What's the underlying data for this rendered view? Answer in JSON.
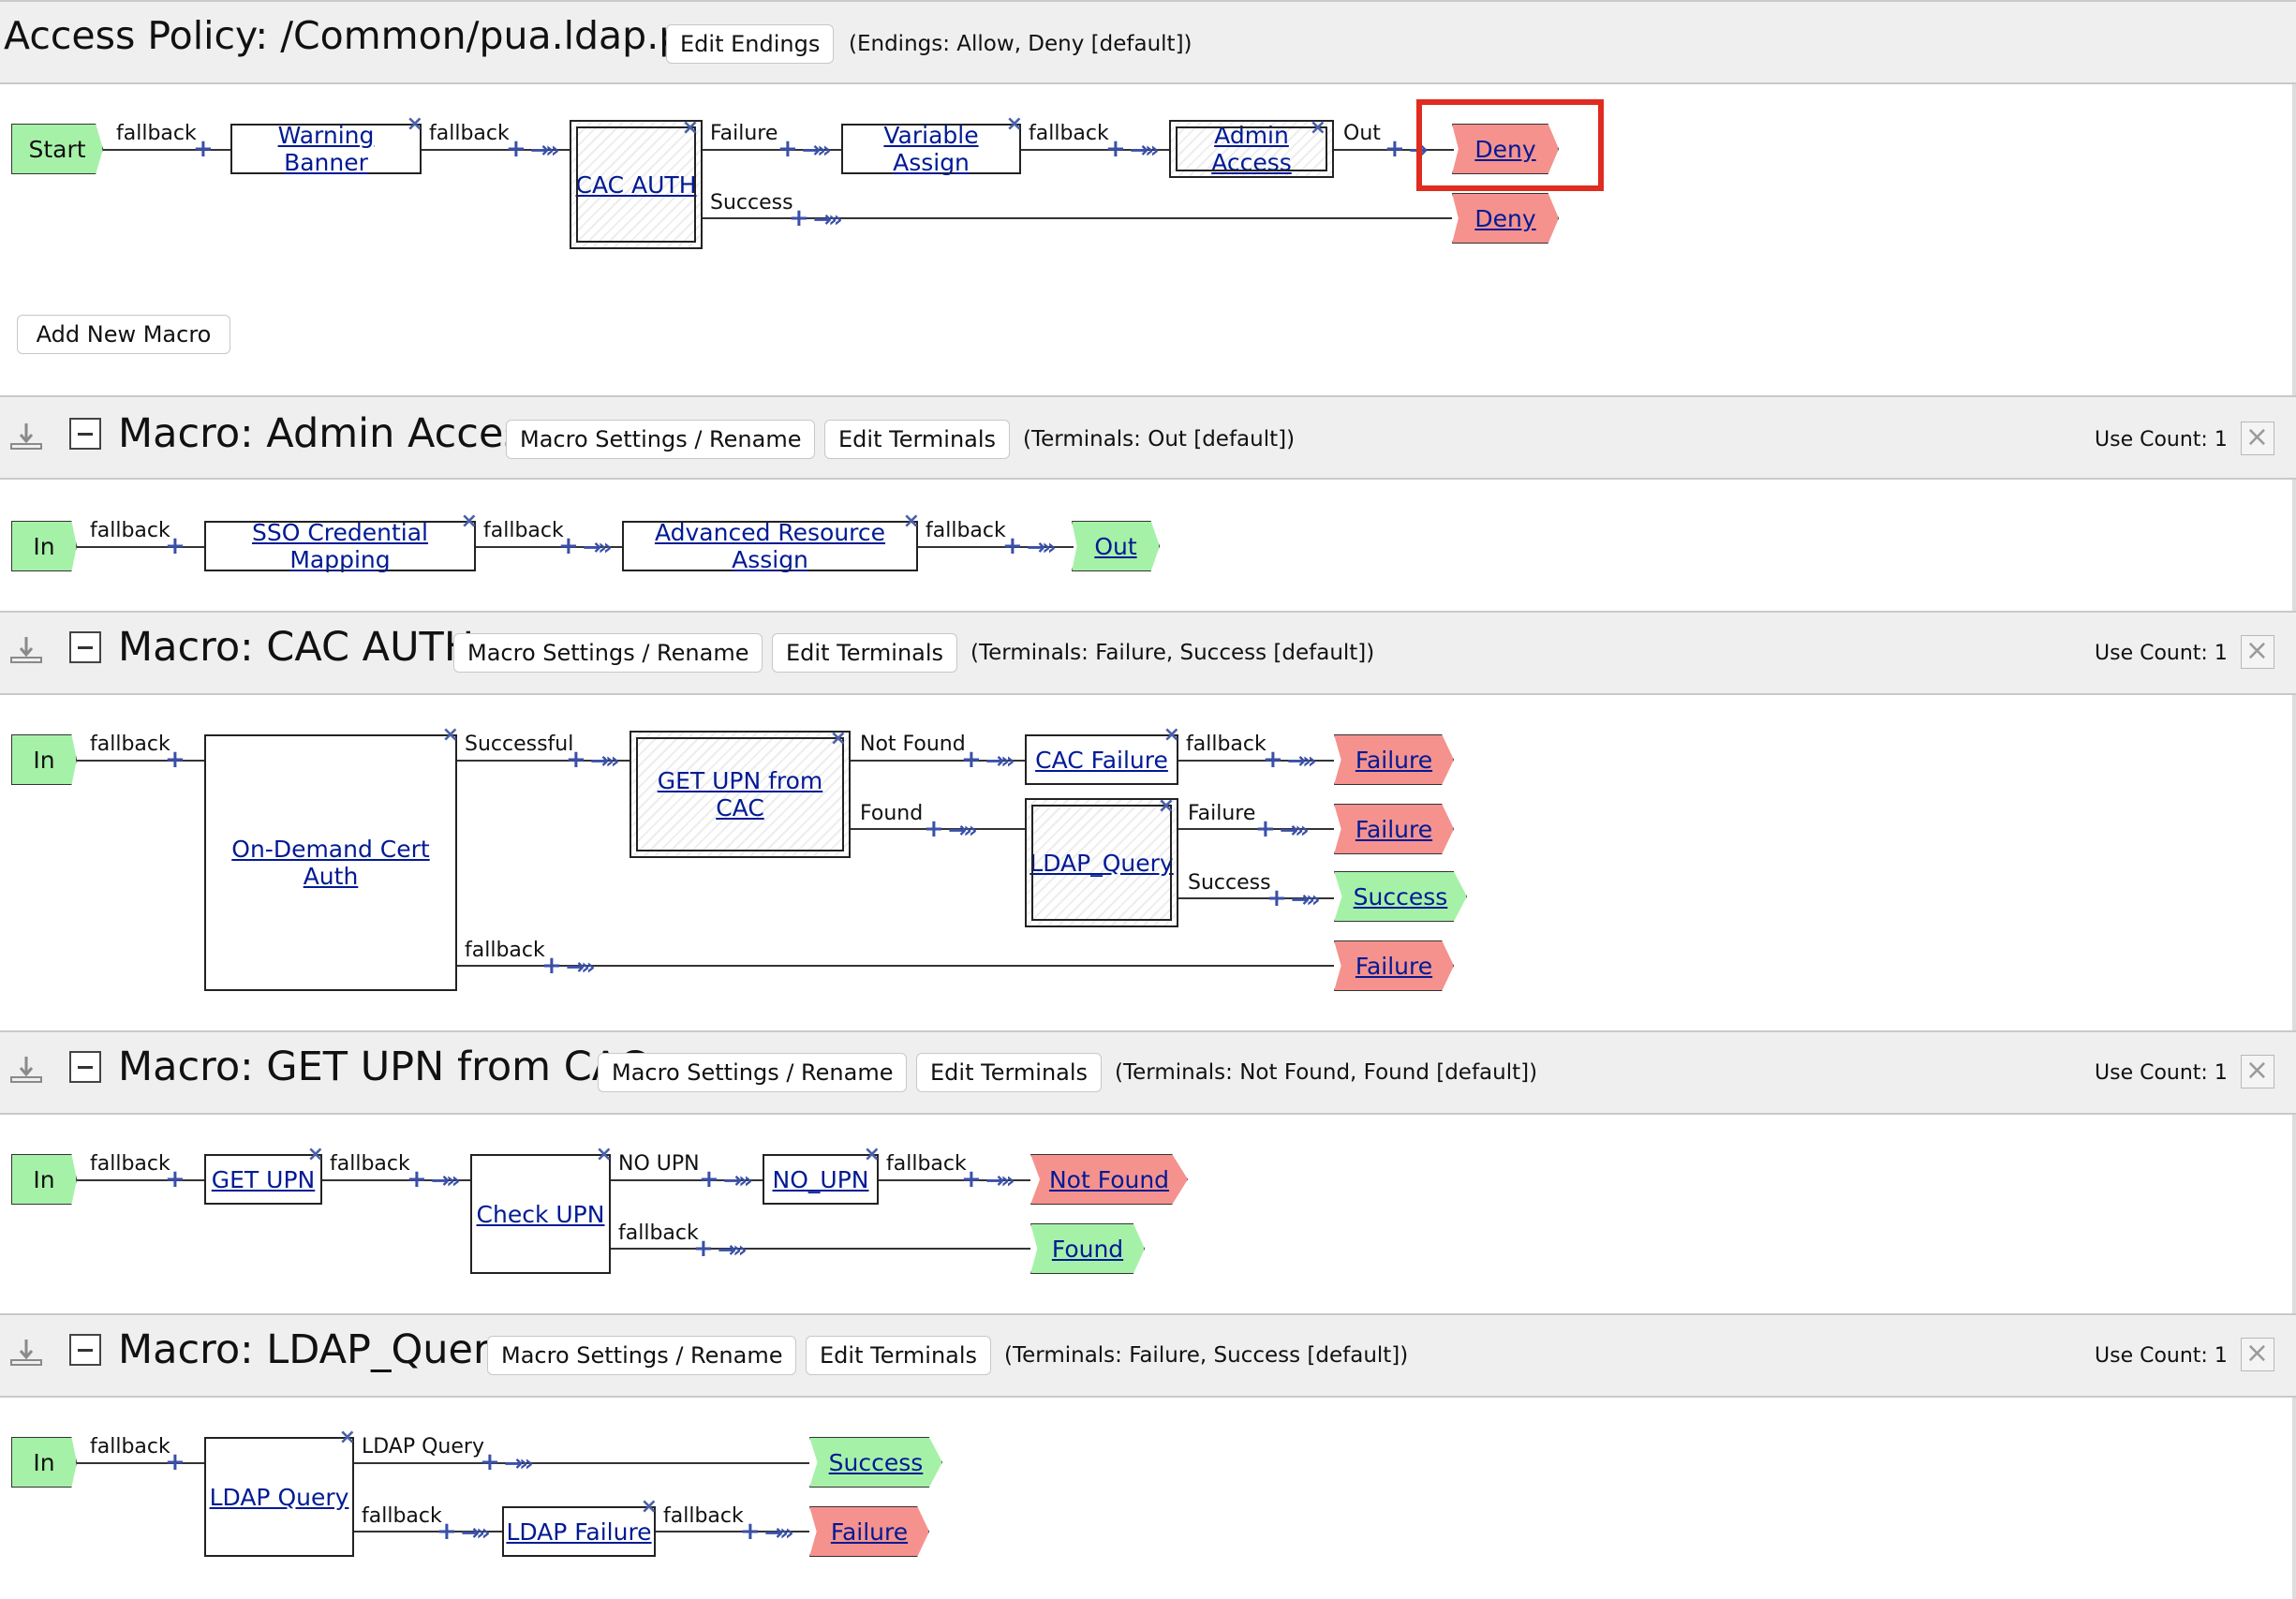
{
  "policy": {
    "title": "Access Policy: /Common/pua.ldap.psp",
    "edit_endings_label": "Edit Endings",
    "endings_note": "(Endings: Allow, Deny [default])",
    "add_macro_label": "Add New Macro",
    "flow": {
      "start": "Start",
      "warning_banner": "Warning Banner",
      "cac_auth": "CAC AUTH",
      "variable_assign": "Variable Assign",
      "admin_access": "Admin Access",
      "deny_1": "Deny",
      "deny_2": "Deny",
      "e_fallback1": "fallback",
      "e_fallback2": "fallback",
      "e_failure": "Failure",
      "e_success": "Success",
      "e_fallback3": "fallback",
      "e_out": "Out"
    }
  },
  "common": {
    "settings_label": "Macro Settings / Rename",
    "terminals_label": "Edit Terminals",
    "use_count": "Use Count: 1"
  },
  "macro_admin": {
    "title": "Macro: Admin Access",
    "terminals_note": "(Terminals: Out [default])",
    "in": "In",
    "sso": "SSO Credential Mapping",
    "ara": "Advanced Resource Assign",
    "out": "Out",
    "e1": "fallback",
    "e2": "fallback",
    "e3": "fallback"
  },
  "macro_cac": {
    "title": "Macro: CAC AUTH",
    "terminals_note": "(Terminals: Failure, Success [default])",
    "in": "In",
    "ondemand": "On-Demand Cert Auth",
    "getupn": "GET UPN from CAC",
    "cacfailure": "CAC Failure",
    "ldapquery": "LDAP_Query",
    "t_failure1": "Failure",
    "t_failure2": "Failure",
    "t_success": "Success",
    "t_failure3": "Failure",
    "e_fallback_in": "fallback",
    "e_successful": "Successful",
    "e_notfound": "Not Found",
    "e_found": "Found",
    "e_fallback_cf": "fallback",
    "e_failure": "Failure",
    "e_success": "Success",
    "e_fallback_od": "fallback"
  },
  "macro_upn": {
    "title": "Macro: GET UPN from CAC",
    "terminals_note": "(Terminals: Not Found, Found [default])",
    "in": "In",
    "getupn": "GET UPN",
    "checkupn": "Check UPN",
    "noupn": "NO_UPN",
    "t_notfound": "Not Found",
    "t_found": "Found",
    "e1": "fallback",
    "e2": "fallback",
    "e_noupn": "NO UPN",
    "e3": "fallback",
    "e4": "fallback"
  },
  "macro_ldap": {
    "title": "Macro: LDAP_Query",
    "terminals_note": "(Terminals: Failure, Success [default])",
    "in": "In",
    "ldapquery": "LDAP Query",
    "ldapfailure": "LDAP Failure",
    "t_success": "Success",
    "t_failure": "Failure",
    "e1": "fallback",
    "e_ldapquery": "LDAP Query",
    "e_fallback": "fallback",
    "e_fallback2": "fallback"
  }
}
